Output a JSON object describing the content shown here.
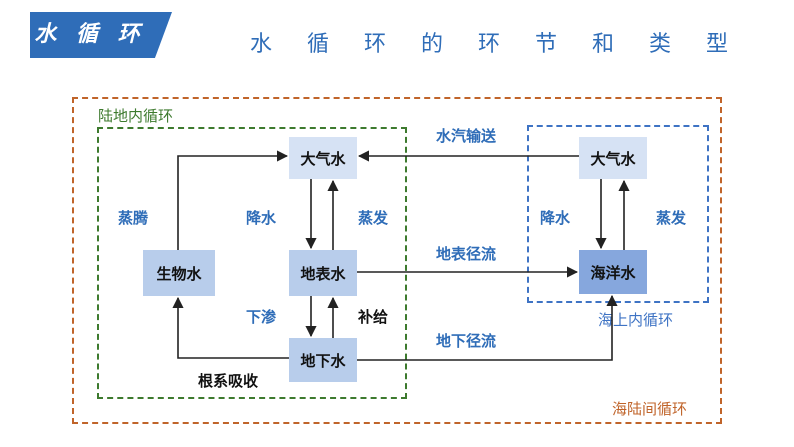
{
  "header": {
    "badge": "水 循 环",
    "title": "水 循 环 的 环 节 和 类 型"
  },
  "regions": {
    "land_loop": "陆地内循环",
    "sea_loop": "海上内循环",
    "sea_land_loop": "海陆间循环"
  },
  "nodes": {
    "atmosphere_land": "大气水",
    "biological": "生物水",
    "surface": "地表水",
    "groundwater": "地下水",
    "atmosphere_sea": "大气水",
    "ocean": "海洋水"
  },
  "edges": {
    "transpiration": "蒸腾",
    "precipitation_land": "降水",
    "evaporation_land": "蒸发",
    "infiltration": "下渗",
    "recharge": "补给",
    "root_absorption": "根系吸收",
    "vapor_transport": "水汽输送",
    "surface_runoff": "地表径流",
    "groundwater_runoff": "地下径流",
    "precipitation_sea": "降水",
    "evaporation_sea": "蒸发"
  },
  "colors": {
    "accent_blue": "#2f6db8",
    "land_green": "#3d7a2e",
    "sea_blue": "#3e73c4",
    "outer_orange": "#c0642a"
  }
}
